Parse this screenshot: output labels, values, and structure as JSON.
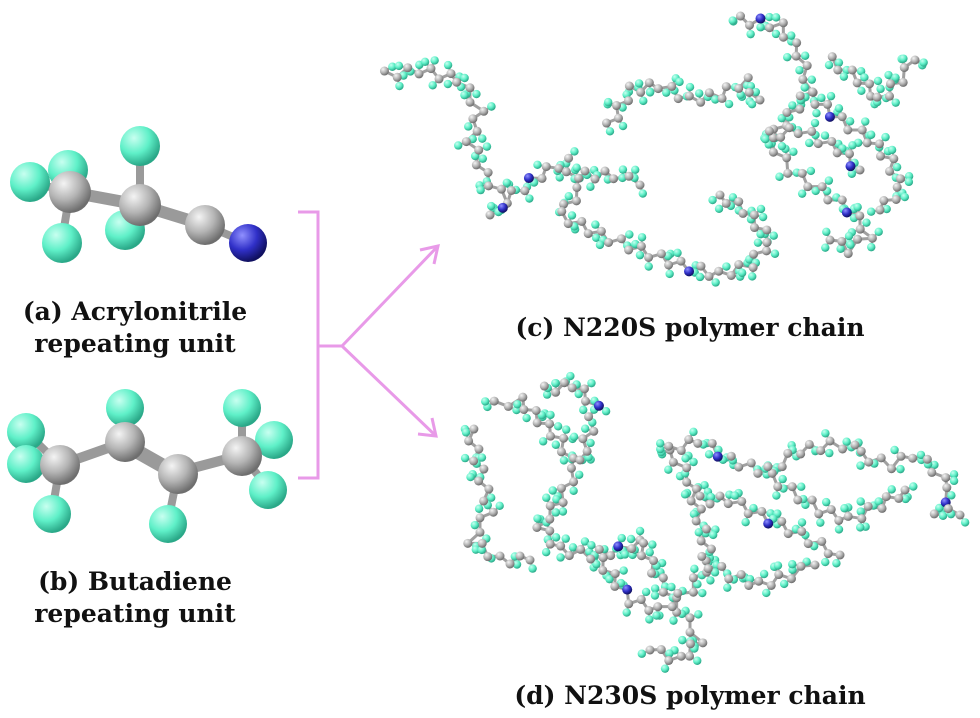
{
  "panels": {
    "a": {
      "line1": "(a) Acrylonitrile",
      "line2": "repeating unit"
    },
    "b": {
      "line1": "(b) Butadiene",
      "line2": "repeating unit"
    },
    "c": {
      "label": "(c) N220S polymer chain"
    },
    "d": {
      "label": "(d) N230S polymer chain"
    }
  },
  "colors": {
    "carbon": "#b4b4b4",
    "hydrogen": "#5ff0c8",
    "nitrogen": "#3030c8",
    "bond": "#a8a8a8",
    "connector": "#e89ae8"
  }
}
